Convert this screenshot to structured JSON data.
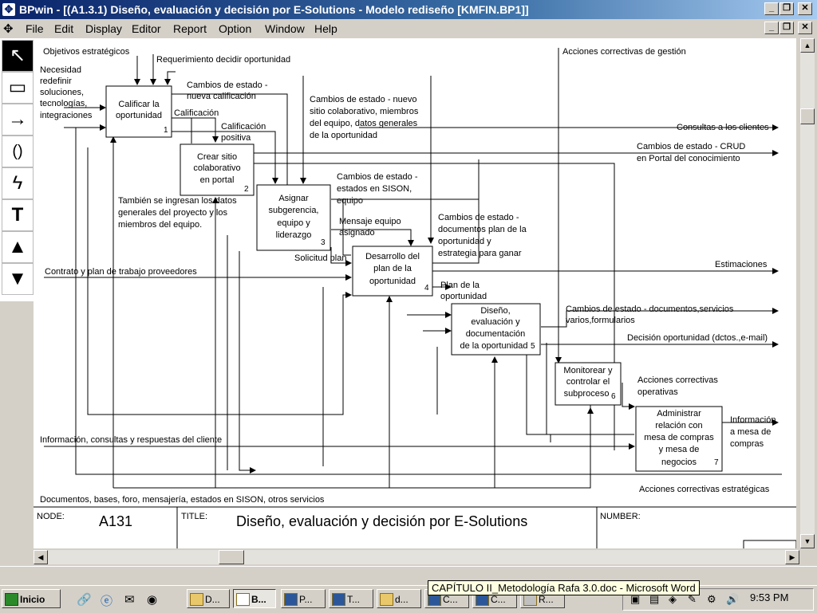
{
  "window": {
    "title": "BPwin - [(A1.3.1)  Diseño, evaluación y decisión por E-Solutions - Modelo rediseño  [KMFIN.BP1]]"
  },
  "menu": {
    "items": [
      "File",
      "Edit",
      "Display",
      "Editor",
      "Report",
      "Option",
      "Window",
      "Help"
    ]
  },
  "toolbox": {
    "tools": [
      "pointer-tool",
      "box-tool",
      "arrow-tool",
      "squiggle-tool",
      "lightning-tool",
      "text-tool",
      "up-tool",
      "down-tool"
    ],
    "glyphs": [
      "↖",
      "▭",
      "→",
      "()",
      "ϟ",
      "T",
      "▲",
      "▼"
    ]
  },
  "diagram": {
    "boxes": [
      {
        "label": [
          "Calificar la",
          "oportunidad"
        ],
        "num": "1"
      },
      {
        "label": [
          "Crear sitio",
          "colaborativo",
          "en portal"
        ],
        "num": "2"
      },
      {
        "label": [
          "Asignar",
          "subgerencia,",
          "equipo y",
          "liderazgo"
        ],
        "num": "3"
      },
      {
        "label": [
          "Desarrollo del",
          "plan de la",
          "oportunidad"
        ],
        "num": "4"
      },
      {
        "label": [
          "Diseño,",
          "evaluación y",
          "documentación",
          "de la oportunidad"
        ],
        "num": "5"
      },
      {
        "label": [
          "Monitorear y",
          "controlar el",
          "subproceso"
        ],
        "num": "6"
      },
      {
        "label": [
          "Administrar",
          "relación con",
          "mesa de compras",
          "y mesa de",
          "negocios"
        ],
        "num": "7"
      }
    ],
    "labels": {
      "objetivos": "Objetivos estratégicos",
      "requerimiento": "Requerimiento decidir oportunidad",
      "acciones_gestion": "Acciones correctivas de gestión",
      "necesidad": [
        "Necesidad",
        "redefinir",
        "soluciones,",
        "tecnologías,",
        "integraciones"
      ],
      "cambios_nueva": [
        "Cambios de estado -",
        "nueva calificación"
      ],
      "calificacion": "Calificación",
      "calificacion_positiva": [
        "Calificación",
        "positiva"
      ],
      "cambios_sitio": [
        "Cambios de estado - nuevo",
        "sitio colaborativo, miembros",
        "del equipo, datos generales",
        "de la oportunidad"
      ],
      "consultas_clientes": "Consultas a los clientes",
      "cambios_crud": [
        "Cambios de estado - CRUD",
        "en Portal del conocimiento"
      ],
      "tambien": [
        "También se ingresan los datos",
        "generales del proyecto y los",
        "miembros del equipo."
      ],
      "cambios_sison": [
        "Cambios de estado -",
        "estados en SISON,",
        "equipo"
      ],
      "mensaje": [
        "Mensaje equipo",
        "asignado"
      ],
      "cambios_docs": [
        "Cambios de estado -",
        "documentos plan de la",
        "oportunidad y",
        "estrategia para ganar"
      ],
      "solicitud": "Solicitud plan",
      "estimaciones": "Estimaciones",
      "contrato": "Contrato y plan de trabajo proveedores",
      "plan_op": [
        "Plan de la",
        "oportunidad"
      ],
      "cambios_servicios": [
        "Cambios de estado - documentos,servicios",
        "varios,formularios"
      ],
      "decision": "Decisión oportunidad (dctos.,e-mail)",
      "acciones_operativas": [
        "Acciones correctivas",
        "operativas"
      ],
      "informacion_mesa": [
        "Información",
        "a mesa de",
        "compras"
      ],
      "info_cliente": "Información, consultas y respuestas del cliente",
      "acciones_estrategicas": "Acciones correctivas estratégicas",
      "documentos": "Documentos, bases, foro, mensajería, estados en SISON, otros servicios"
    },
    "footer": {
      "node_label": "NODE:",
      "node_value": "A131",
      "title_label": "TITLE:",
      "title_value": "Diseño, evaluación y decisión por E-Solutions",
      "number_label": "NUMBER:"
    }
  },
  "taskbar": {
    "start": "Inicio",
    "tasks": [
      "D...",
      "B...",
      "P...",
      "T...",
      "d...",
      "C...",
      "C...",
      "R..."
    ],
    "clock": "9:53 PM",
    "tooltip": "CAPÍTULO II_Metodología Rafa 3.0.doc - Microsoft Word"
  },
  "colors": {
    "titlebar": "#0a246a",
    "desktop": "#d4d0c8",
    "canvas": "#ffffff"
  }
}
